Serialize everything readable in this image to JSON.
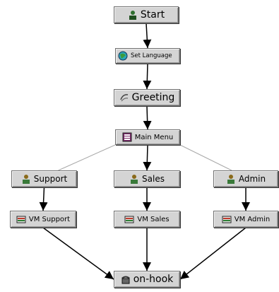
{
  "nodes": {
    "start": {
      "label": "Start",
      "icon": "person-icon"
    },
    "setlang": {
      "label": "Set Language ",
      "icon": "globe-icon"
    },
    "greeting": {
      "label": "Greeting",
      "icon": "speech-icon"
    },
    "mainmenu": {
      "label": "Main Menu",
      "icon": "menu-icon"
    },
    "support": {
      "label": "Support",
      "icon": "person-icon"
    },
    "sales": {
      "label": "Sales",
      "icon": "person-icon"
    },
    "admin": {
      "label": "Admin",
      "icon": "person-icon"
    },
    "vmsupport": {
      "label": "VM Support",
      "icon": "voicemail-icon"
    },
    "vmsales": {
      "label": "VM Sales",
      "icon": "voicemail-icon"
    },
    "vmadmin": {
      "label": "VM Admin",
      "icon": "voicemail-icon"
    },
    "onhook": {
      "label": "on-hook",
      "icon": "phone-icon"
    }
  },
  "edges": [
    {
      "from": "start",
      "to": "setlang",
      "arrow": true
    },
    {
      "from": "setlang",
      "to": "greeting",
      "arrow": true
    },
    {
      "from": "greeting",
      "to": "mainmenu",
      "arrow": true
    },
    {
      "from": "mainmenu",
      "to": "support",
      "arrow": false
    },
    {
      "from": "mainmenu",
      "to": "sales",
      "arrow": true
    },
    {
      "from": "mainmenu",
      "to": "admin",
      "arrow": false
    },
    {
      "from": "support",
      "to": "vmsupport",
      "arrow": true
    },
    {
      "from": "sales",
      "to": "vmsales",
      "arrow": true
    },
    {
      "from": "admin",
      "to": "vmadmin",
      "arrow": true
    },
    {
      "from": "vmsupport",
      "to": "onhook",
      "arrow": true
    },
    {
      "from": "vmsales",
      "to": "onhook",
      "arrow": true
    },
    {
      "from": "vmadmin",
      "to": "onhook",
      "arrow": true
    }
  ],
  "colors": {
    "node_fill": "#d4d4d4",
    "node_border": "#6e6e6e",
    "edge_main": "#000000",
    "edge_light": "#a8a8a8"
  }
}
